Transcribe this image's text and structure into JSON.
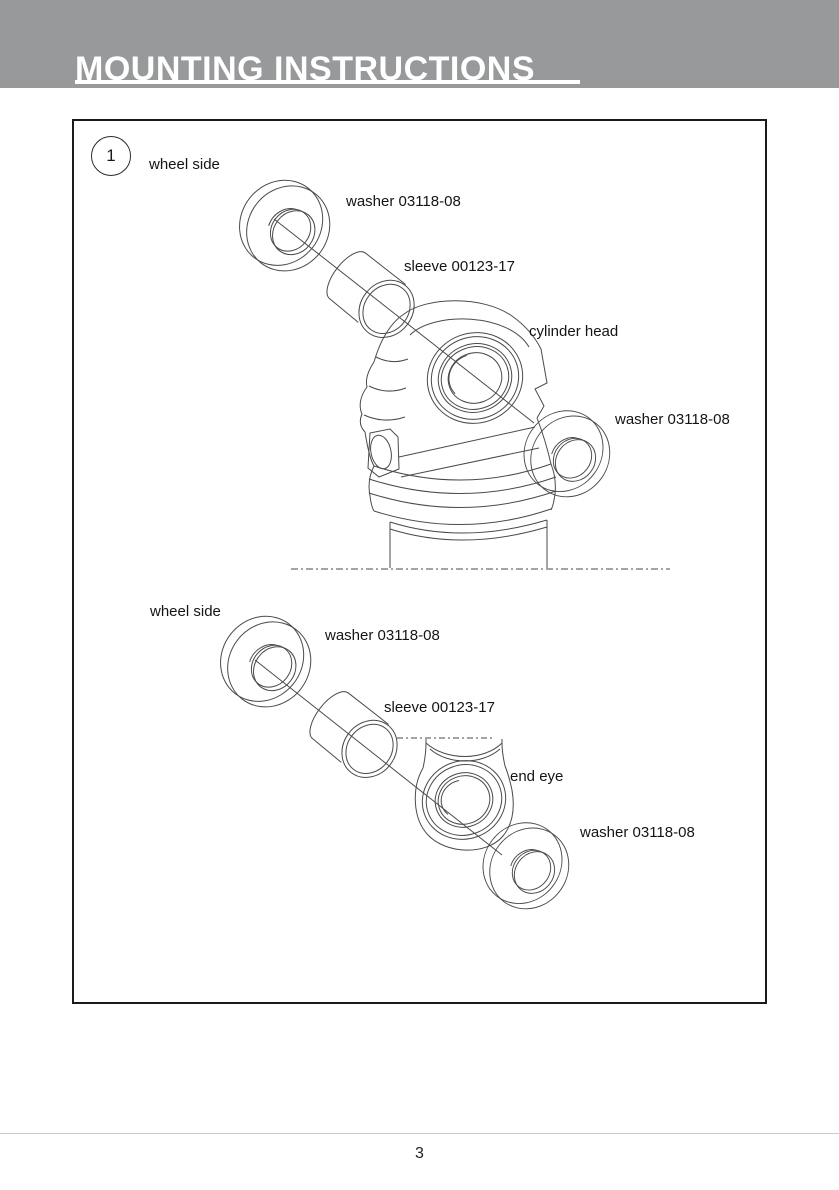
{
  "header": {
    "title": "MOUNTING INSTRUCTIONS"
  },
  "diagram": {
    "step_number": "1",
    "figures": [
      {
        "id": "cylinder-head-assembly",
        "labels": {
          "wheel_side": "wheel side",
          "washer_top": "washer 03118-08",
          "sleeve": "sleeve 00123-17",
          "part": "cylinder head",
          "washer_side": "washer 03118-08"
        }
      },
      {
        "id": "end-eye-assembly",
        "labels": {
          "wheel_side": "wheel side",
          "washer_top": "washer 03118-08",
          "sleeve": "sleeve 00123-17",
          "part": "end eye",
          "washer_side": "washer 03118-08"
        }
      }
    ]
  },
  "footer": {
    "page_number": "3"
  },
  "colors": {
    "header_bg": "#98999B",
    "frame_border": "#1b1b1b",
    "drawing_line": "#4a4a4a"
  }
}
